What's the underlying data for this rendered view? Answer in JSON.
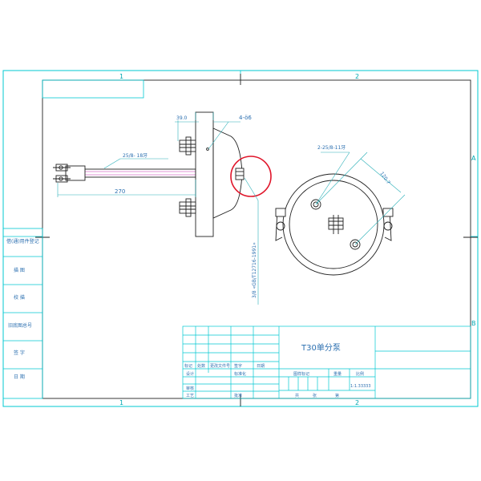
{
  "zones": {
    "col1": "1",
    "col2": "2",
    "row_a": "A",
    "row_b": "B"
  },
  "side_stamps": [
    "借(通)用件登记",
    "描 图",
    "校 描",
    "旧底图总号",
    "签 字",
    "日 期"
  ],
  "dimensions": {
    "width_39": "39.0",
    "holes_4": "4-ö6",
    "thread_rod": "25/8- 18牙",
    "length_270": "270",
    "port_callout": "3/8 «GB/T12716-1991»",
    "bolt_thread": "2-25/8-11牙",
    "center_distance": "120.7"
  },
  "title_block": {
    "title": "T30单分泵",
    "labels": {
      "biaoji": "标记",
      "chushu": "处数",
      "gengai": "更改文件号",
      "qianzi": "签字",
      "riqi": "日期",
      "sheji": "设计",
      "biaozhunhua": "标准化",
      "shenhe": "审核",
      "gongyi": "工艺",
      "pizhun": "批准",
      "tuyang": "图样标记",
      "zhongliang": "重量",
      "bili": "比例",
      "gong": "共",
      "zhang": "张",
      "di": "第"
    },
    "scale": "1:1.33333"
  },
  "colors": {
    "line": "#00c8d2",
    "dim": "#2bb0b8",
    "highlight": "#e0152a",
    "part": "#202020"
  }
}
